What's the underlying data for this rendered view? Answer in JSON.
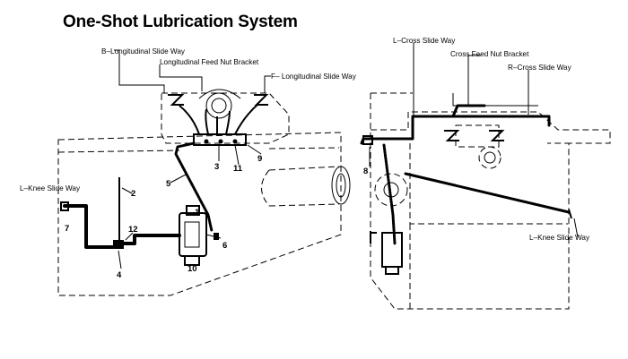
{
  "title": "One-Shot Lubrication System",
  "left_view": {
    "labels": {
      "b_longitudinal": "B–Longitudinal Slide Way",
      "long_feed_nut": "Longitudinal Feed Nut Bracket",
      "f_longitudinal": "F– Longitudinal Slide Way",
      "l_knee": "L–Knee Slide Way"
    },
    "numbers": [
      "1",
      "2",
      "3",
      "4",
      "5",
      "6",
      "7",
      "9",
      "10",
      "11",
      "12"
    ]
  },
  "right_view": {
    "labels": {
      "l_cross": "L–Cross Slide Way",
      "cross_feed_nut": "Cross Feed Nut Bracket",
      "r_cross": "R–Cross Slide Way",
      "l_knee": "L–Knee Slide Way"
    },
    "numbers": [
      "8"
    ]
  }
}
